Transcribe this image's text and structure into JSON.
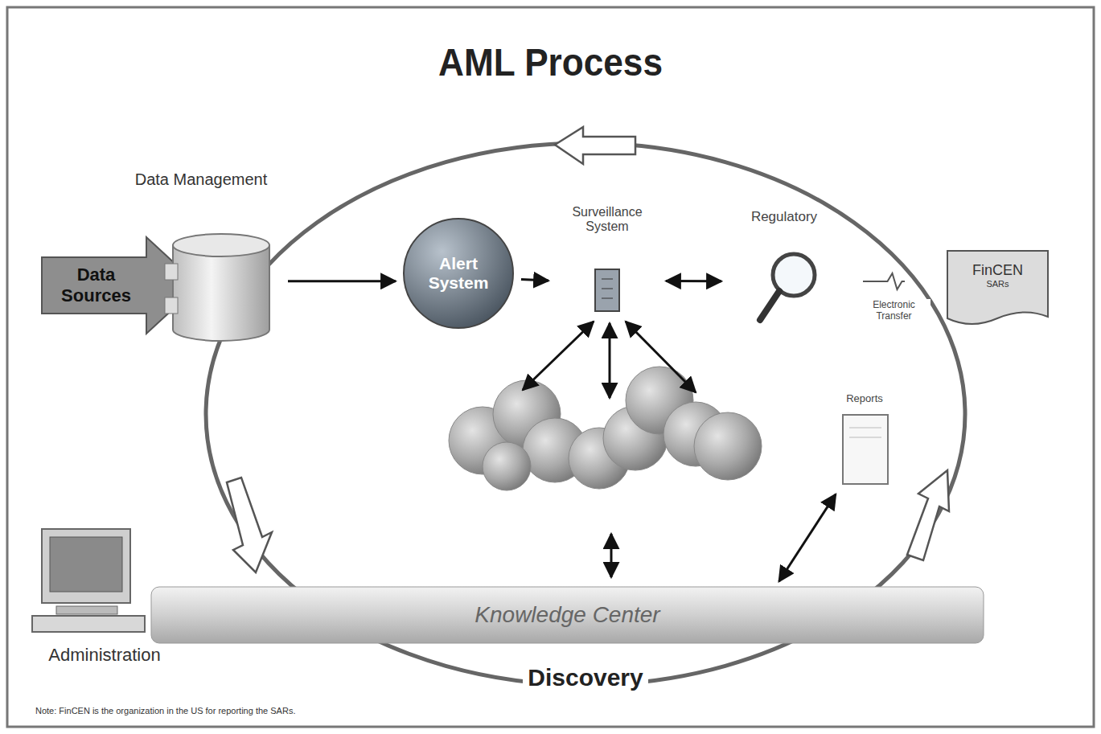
{
  "diagram": {
    "title": "AML Process",
    "nodes": [
      {
        "text": [
          "Data Sources"
        ]
      },
      {
        "text": [
          "Data Management"
        ]
      },
      {
        "text": [
          "Alert System"
        ]
      },
      {
        "text": [
          "Surveillance System"
        ]
      },
      {
        "text": [
          "Regulatory"
        ]
      },
      {
        "text": [
          "FinCEN",
          "SARs"
        ]
      },
      {
        "text": [
          "Reports"
        ]
      },
      {
        "text": [
          "Knowledge Center"
        ]
      },
      {
        "text": [
          "Administration"
        ]
      }
    ],
    "edges": [
      {
        "from": 0,
        "to": 1,
        "arrow": "to"
      },
      {
        "from": 1,
        "to": 2,
        "arrow": "to"
      },
      {
        "from": 2,
        "to": 3,
        "arrow": "to"
      },
      {
        "from": 3,
        "to": 4,
        "arrow": "both"
      },
      {
        "from": 4,
        "to": 5,
        "label": "Electronic Transfer",
        "arrow": "none"
      },
      {
        "from": 7,
        "to": 6,
        "arrow": "both"
      }
    ],
    "labels": [
      "Discovery",
      "Note: FinCEN is the organization in the US for reporting the SARs."
    ]
  }
}
